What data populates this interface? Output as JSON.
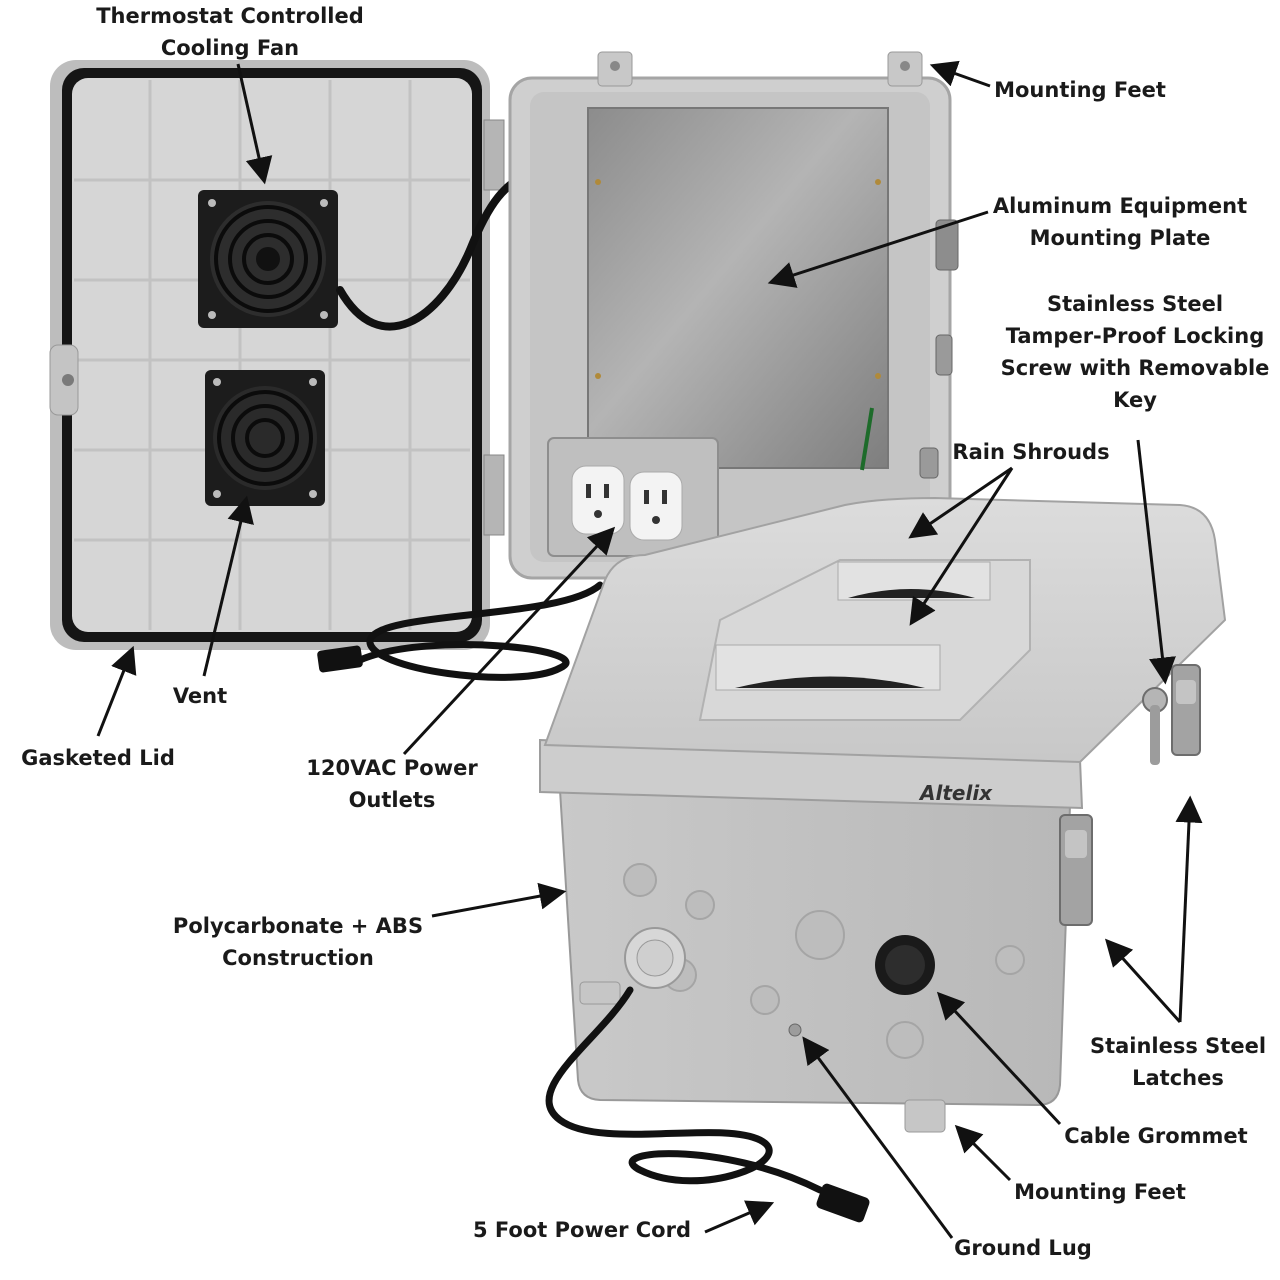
{
  "brand": "Altelix",
  "labels": {
    "fan": "Thermostat Controlled\nCooling Fan",
    "mounting_feet_top": "Mounting Feet",
    "plate": "Aluminum Equipment\nMounting Plate",
    "lock_screw": "Stainless Steel\nTamper-Proof Locking\nScrew with Removable\nKey",
    "rain_shrouds": "Rain Shrouds",
    "vent": "Vent",
    "gasketed_lid": "Gasketed Lid",
    "outlets": "120VAC Power\nOutlets",
    "construction": "Polycarbonate + ABS\nConstruction",
    "latches": "Stainless Steel\nLatches",
    "grommet": "Cable Grommet",
    "mounting_feet_bottom": "Mounting Feet",
    "power_cord": "5 Foot Power Cord",
    "ground_lug": "Ground Lug"
  },
  "colors": {
    "enclosure": "#d2d2d2",
    "enclosure_shadow": "#a9a9a9",
    "gasket": "#151515",
    "plate": "#9a9a9a",
    "cord": "#111111",
    "label": "#1a1a1a"
  }
}
